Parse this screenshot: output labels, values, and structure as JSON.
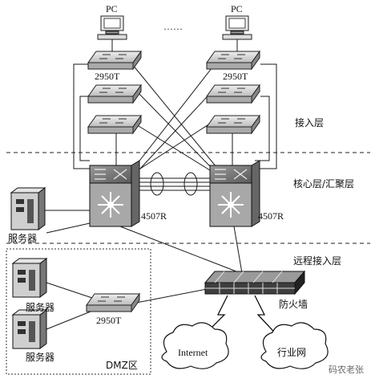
{
  "labels": {
    "pc_left": "PC",
    "pc_right": "PC",
    "pc_dots": "……",
    "switch_left": "2950T",
    "switch_right": "2950T",
    "zone_access": "接入层",
    "zone_core": "核心层/汇聚层",
    "core_left": "4507R",
    "core_right": "4507R",
    "server_main": "服务器",
    "zone_remote": "远程接入层",
    "firewall": "防火墙",
    "server_dmz_1": "服务器",
    "switch_dmz": "2950T",
    "server_dmz_2": "服务器",
    "dmz": "DMZ区",
    "internet": "Internet",
    "industry_net": "行业网",
    "watermark": "码农老张"
  },
  "colors": {
    "line": "#1a1a1a",
    "device_face": "#d6d6d6",
    "device_dark": "#3a3a3a",
    "background": "#ffffff"
  }
}
